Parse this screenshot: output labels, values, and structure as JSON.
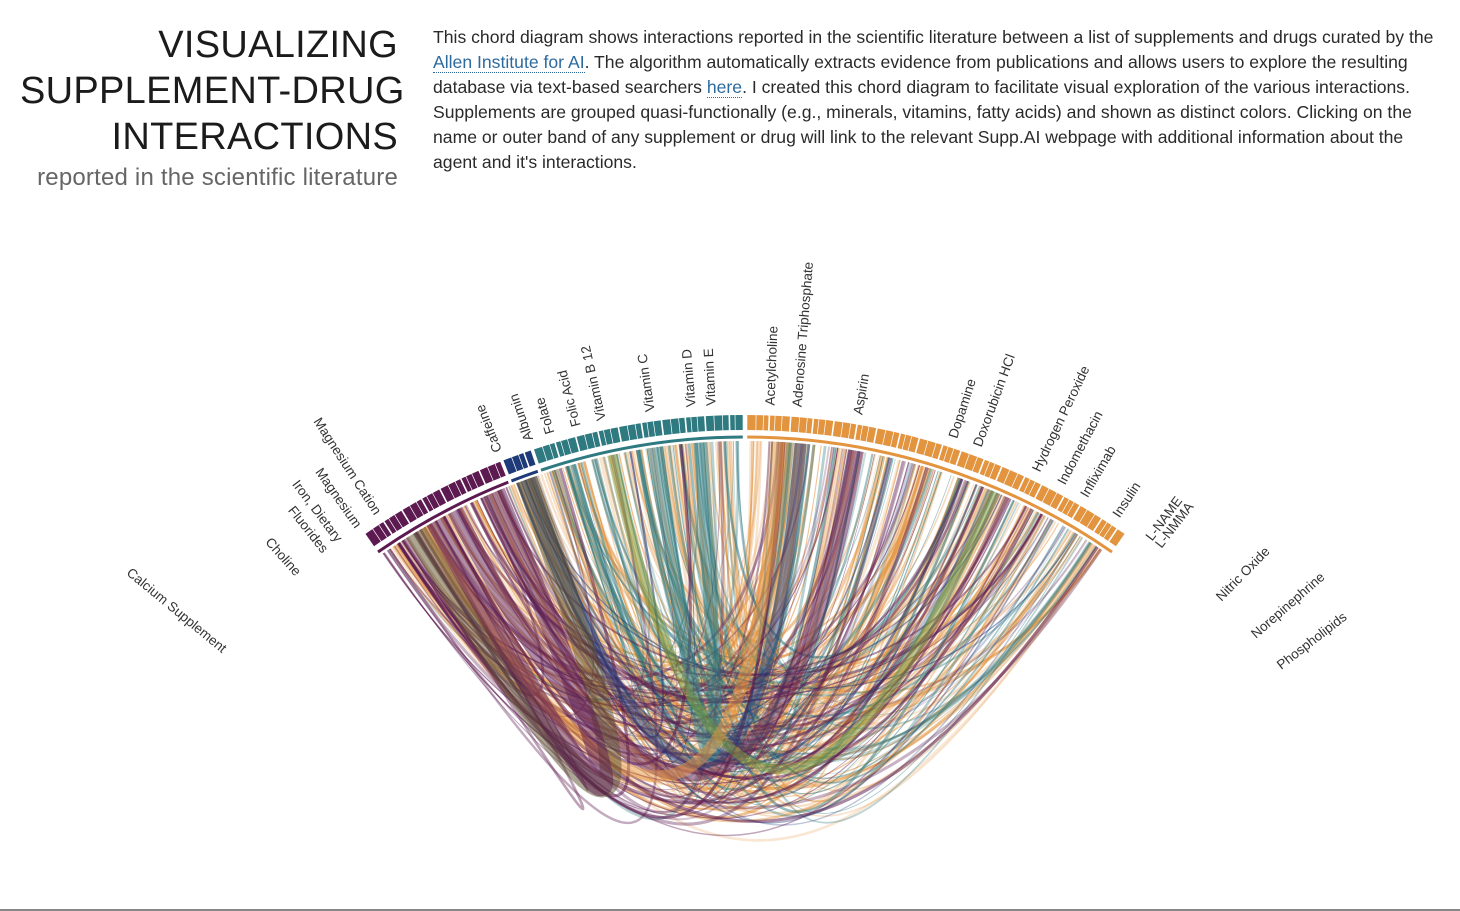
{
  "header": {
    "title_lines": [
      "VISUALIZING",
      "SUPPLEMENT-DRUG",
      "INTERACTIONS"
    ],
    "subtitle": "reported in the scientific literature"
  },
  "intro": {
    "p1": "This chord diagram shows interactions reported in the scientific literature between a list of supplements and drugs curated by the ",
    "link1": "Allen Institute for AI",
    "p2": ". The algorithm automatically extracts evidence from publications and allows users to explore the resulting database via text-based searchers ",
    "link2": "here",
    "p3": ". I created this chord diagram to facilitate visual exploration of the various interactions. Supplements are grouped quasi-functionally (e.g., minerals, vitamins, fatty acids) and shown as distinct colors. Clicking on the name or outer band of any supplement or drug will link to the relevant Supp.AI webpage with additional information about the agent and it's interactions."
  },
  "diagram": {
    "colors": {
      "drugs": "#e3943f",
      "vitamins": "#2e7a80",
      "misc": "#1f3a78",
      "minerals": "#5c1a50",
      "fatty": "#5a4d2c",
      "green": "#7a9a3a"
    },
    "labels": [
      "Acetylcholine",
      "Adenosine Triphosphate",
      "Aspirin",
      "Dopamine",
      "Doxorubicin HCl",
      "Hydrogen Peroxide",
      "Indomethacin",
      "Infliximab",
      "Insulin",
      "L-NAME",
      "L-NMMA",
      "Nitric Oxide",
      "Norepinephrine",
      "Phospholipids",
      "Vitamin E",
      "Vitamin D",
      "Vitamin C",
      "Vitamin B 12",
      "Folic Acid",
      "Folate",
      "Albumin",
      "Caffeine",
      "Magnesium Cation",
      "Magnesium",
      "Iron, Dietary",
      "Fluorides",
      "Choline",
      "Calcium Supplement"
    ]
  }
}
